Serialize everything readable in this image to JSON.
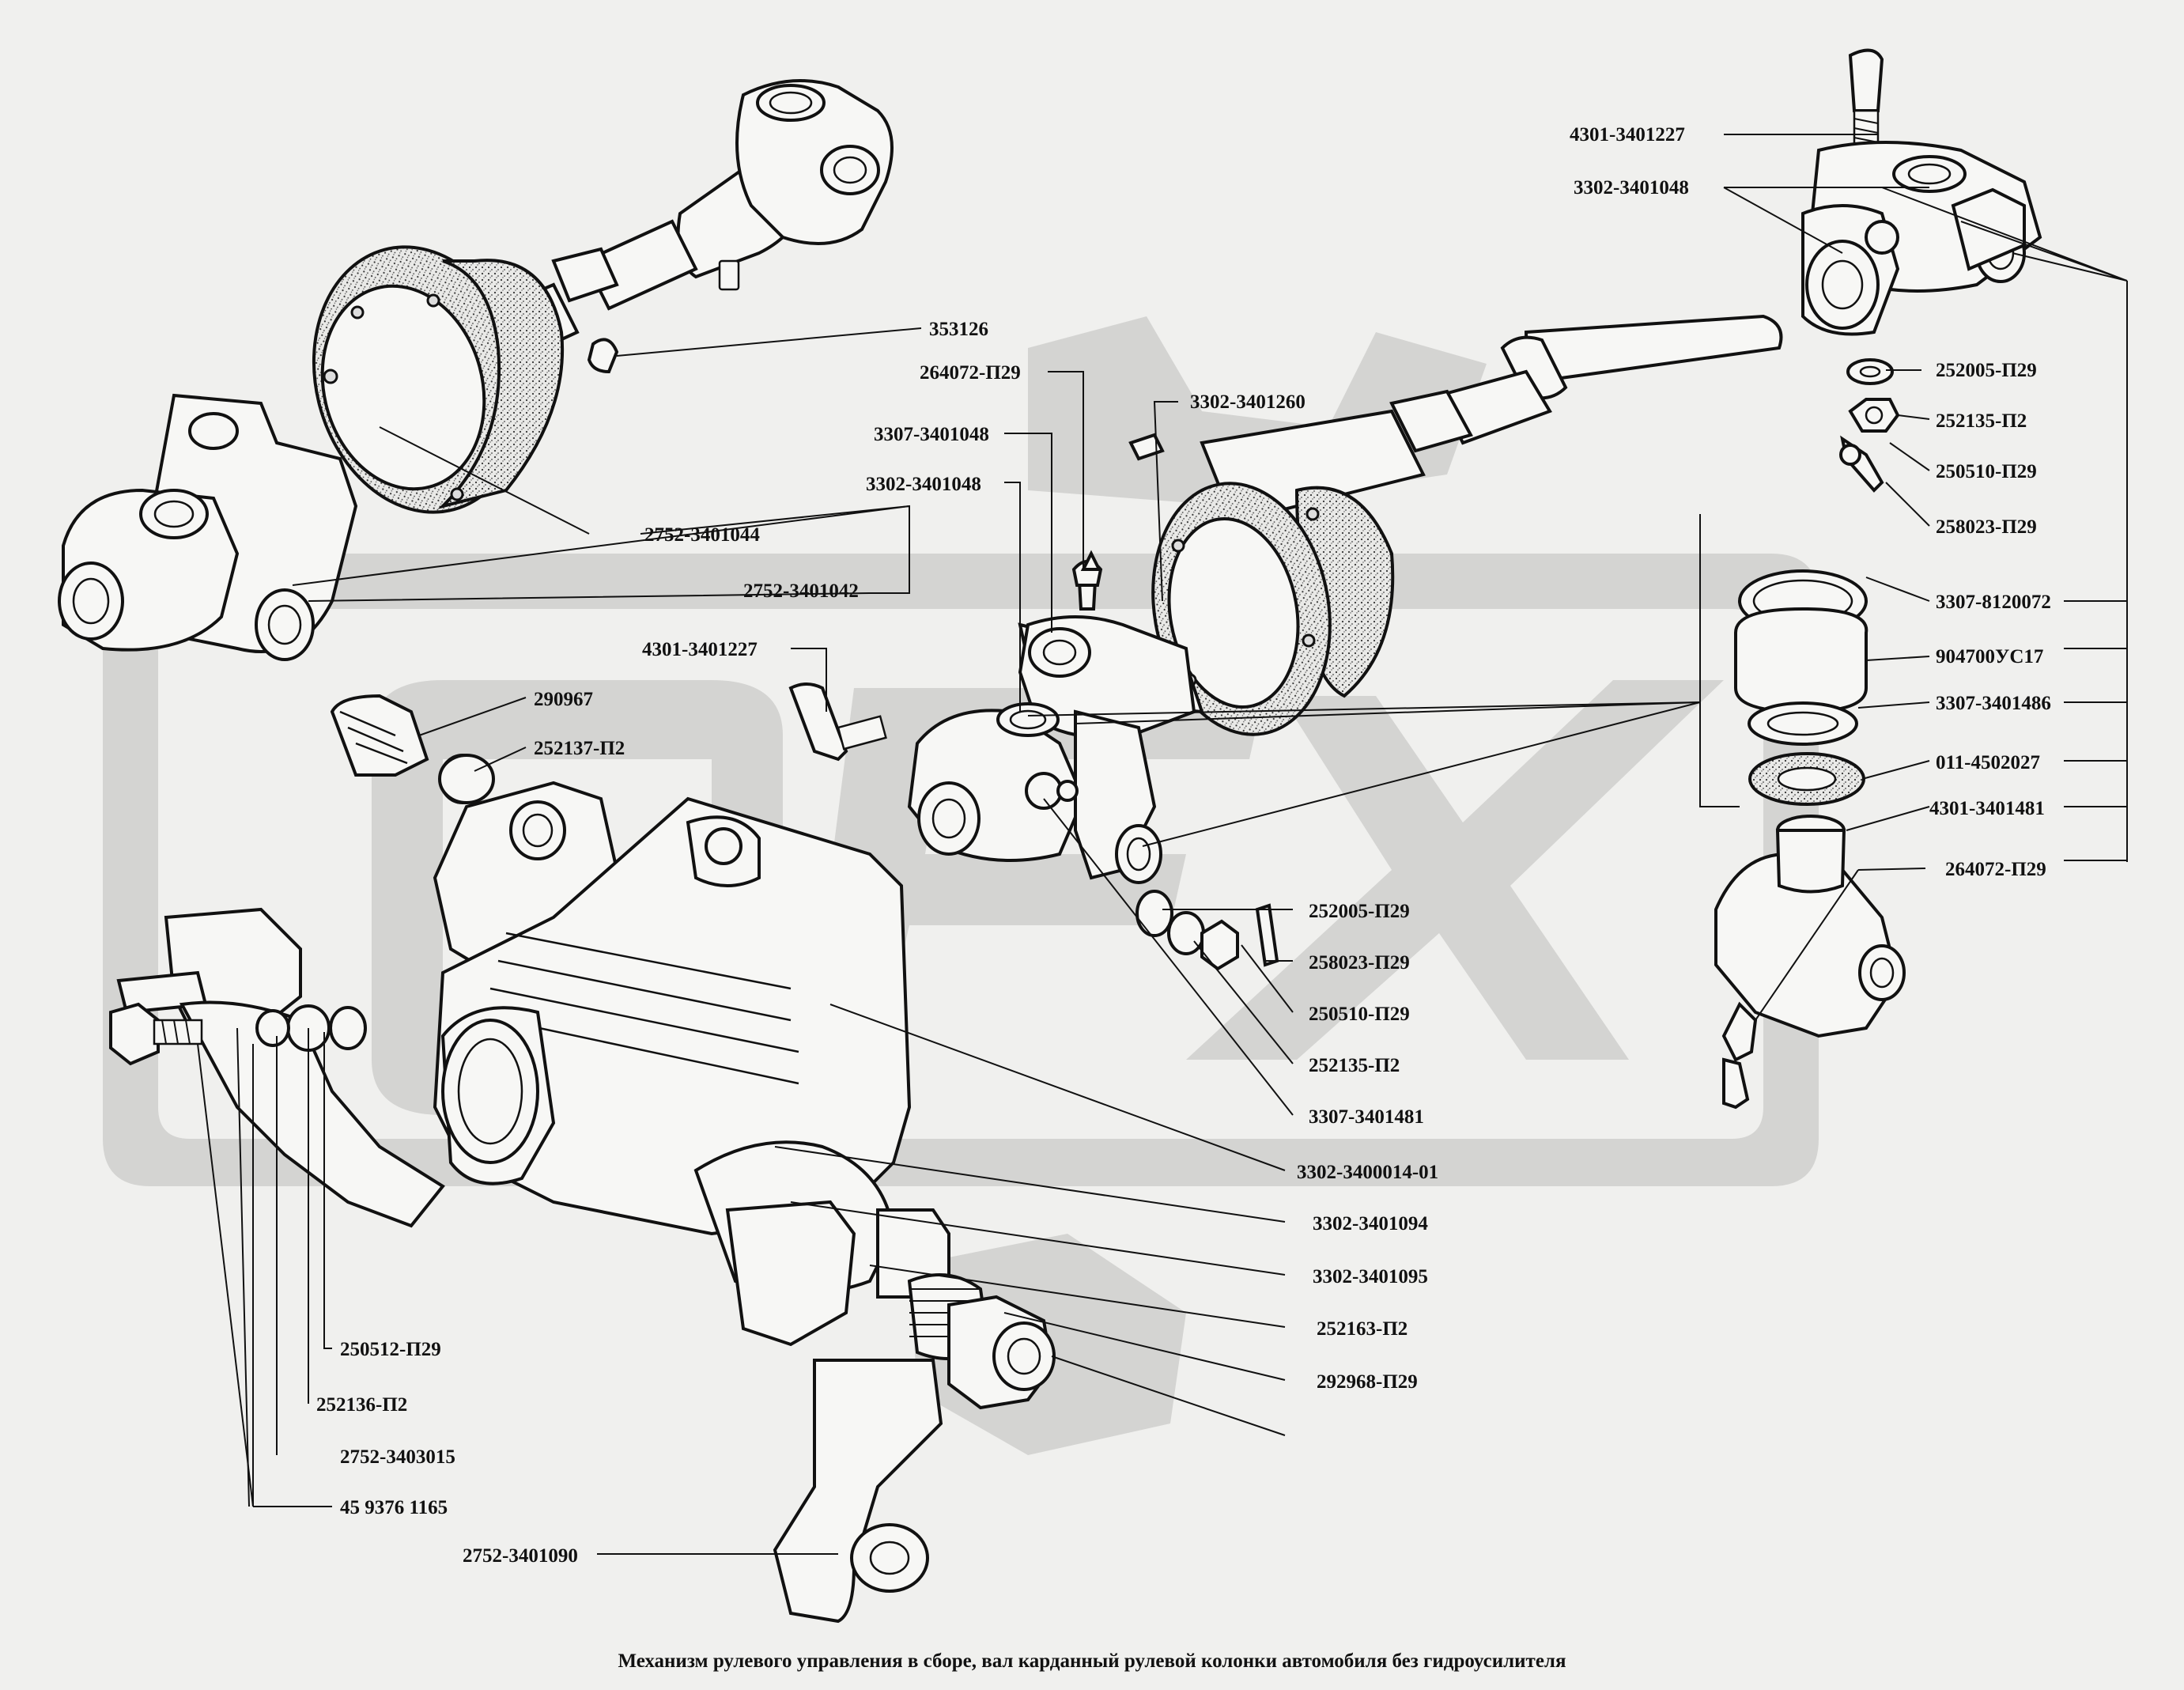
{
  "caption": "Механизм рулевого управления в сборе, вал карданный рулевой колонки автомобиля без  гидроусилителя",
  "labels": [
    {
      "id": "l1",
      "text": "4301-3401227"
    },
    {
      "id": "l2",
      "text": "3302-3401048"
    },
    {
      "id": "l3",
      "text": "252005-П29"
    },
    {
      "id": "l4",
      "text": "252135-П2"
    },
    {
      "id": "l5",
      "text": "250510-П29"
    },
    {
      "id": "l6",
      "text": "258023-П29"
    },
    {
      "id": "l7",
      "text": "3307-8120072"
    },
    {
      "id": "l8",
      "text": "904700УС17"
    },
    {
      "id": "l9",
      "text": "3307-3401486"
    },
    {
      "id": "l10",
      "text": "011-4502027"
    },
    {
      "id": "l11",
      "text": "4301-3401481"
    },
    {
      "id": "l12",
      "text": "264072-П29"
    },
    {
      "id": "l13",
      "text": "353126"
    },
    {
      "id": "l14",
      "text": "264072-П29"
    },
    {
      "id": "l15",
      "text": "3302-3401260"
    },
    {
      "id": "l16",
      "text": "3307-3401048"
    },
    {
      "id": "l17",
      "text": "3302-3401048"
    },
    {
      "id": "l18",
      "text": "2752-3401044"
    },
    {
      "id": "l19",
      "text": "2752-3401042"
    },
    {
      "id": "l20",
      "text": "4301-3401227"
    },
    {
      "id": "l21",
      "text": "290967"
    },
    {
      "id": "l22",
      "text": "252137-П2"
    },
    {
      "id": "l23",
      "text": "252005-П29"
    },
    {
      "id": "l24",
      "text": "258023-П29"
    },
    {
      "id": "l25",
      "text": "250510-П29"
    },
    {
      "id": "l26",
      "text": "252135-П2"
    },
    {
      "id": "l27",
      "text": "3307-3401481"
    },
    {
      "id": "l28",
      "text": "3302-3400014-01"
    },
    {
      "id": "l29",
      "text": "3302-3401094"
    },
    {
      "id": "l30",
      "text": "3302-3401095"
    },
    {
      "id": "l31",
      "text": "252163-П2"
    },
    {
      "id": "l32",
      "text": "292968-П29"
    },
    {
      "id": "l33",
      "text": "250512-П29"
    },
    {
      "id": "l34",
      "text": "252136-П2"
    },
    {
      "id": "l35",
      "text": "2752-3403015"
    },
    {
      "id": "l36",
      "text": "45 9376 1165"
    },
    {
      "id": "l37",
      "text": "2752-3401090"
    }
  ]
}
